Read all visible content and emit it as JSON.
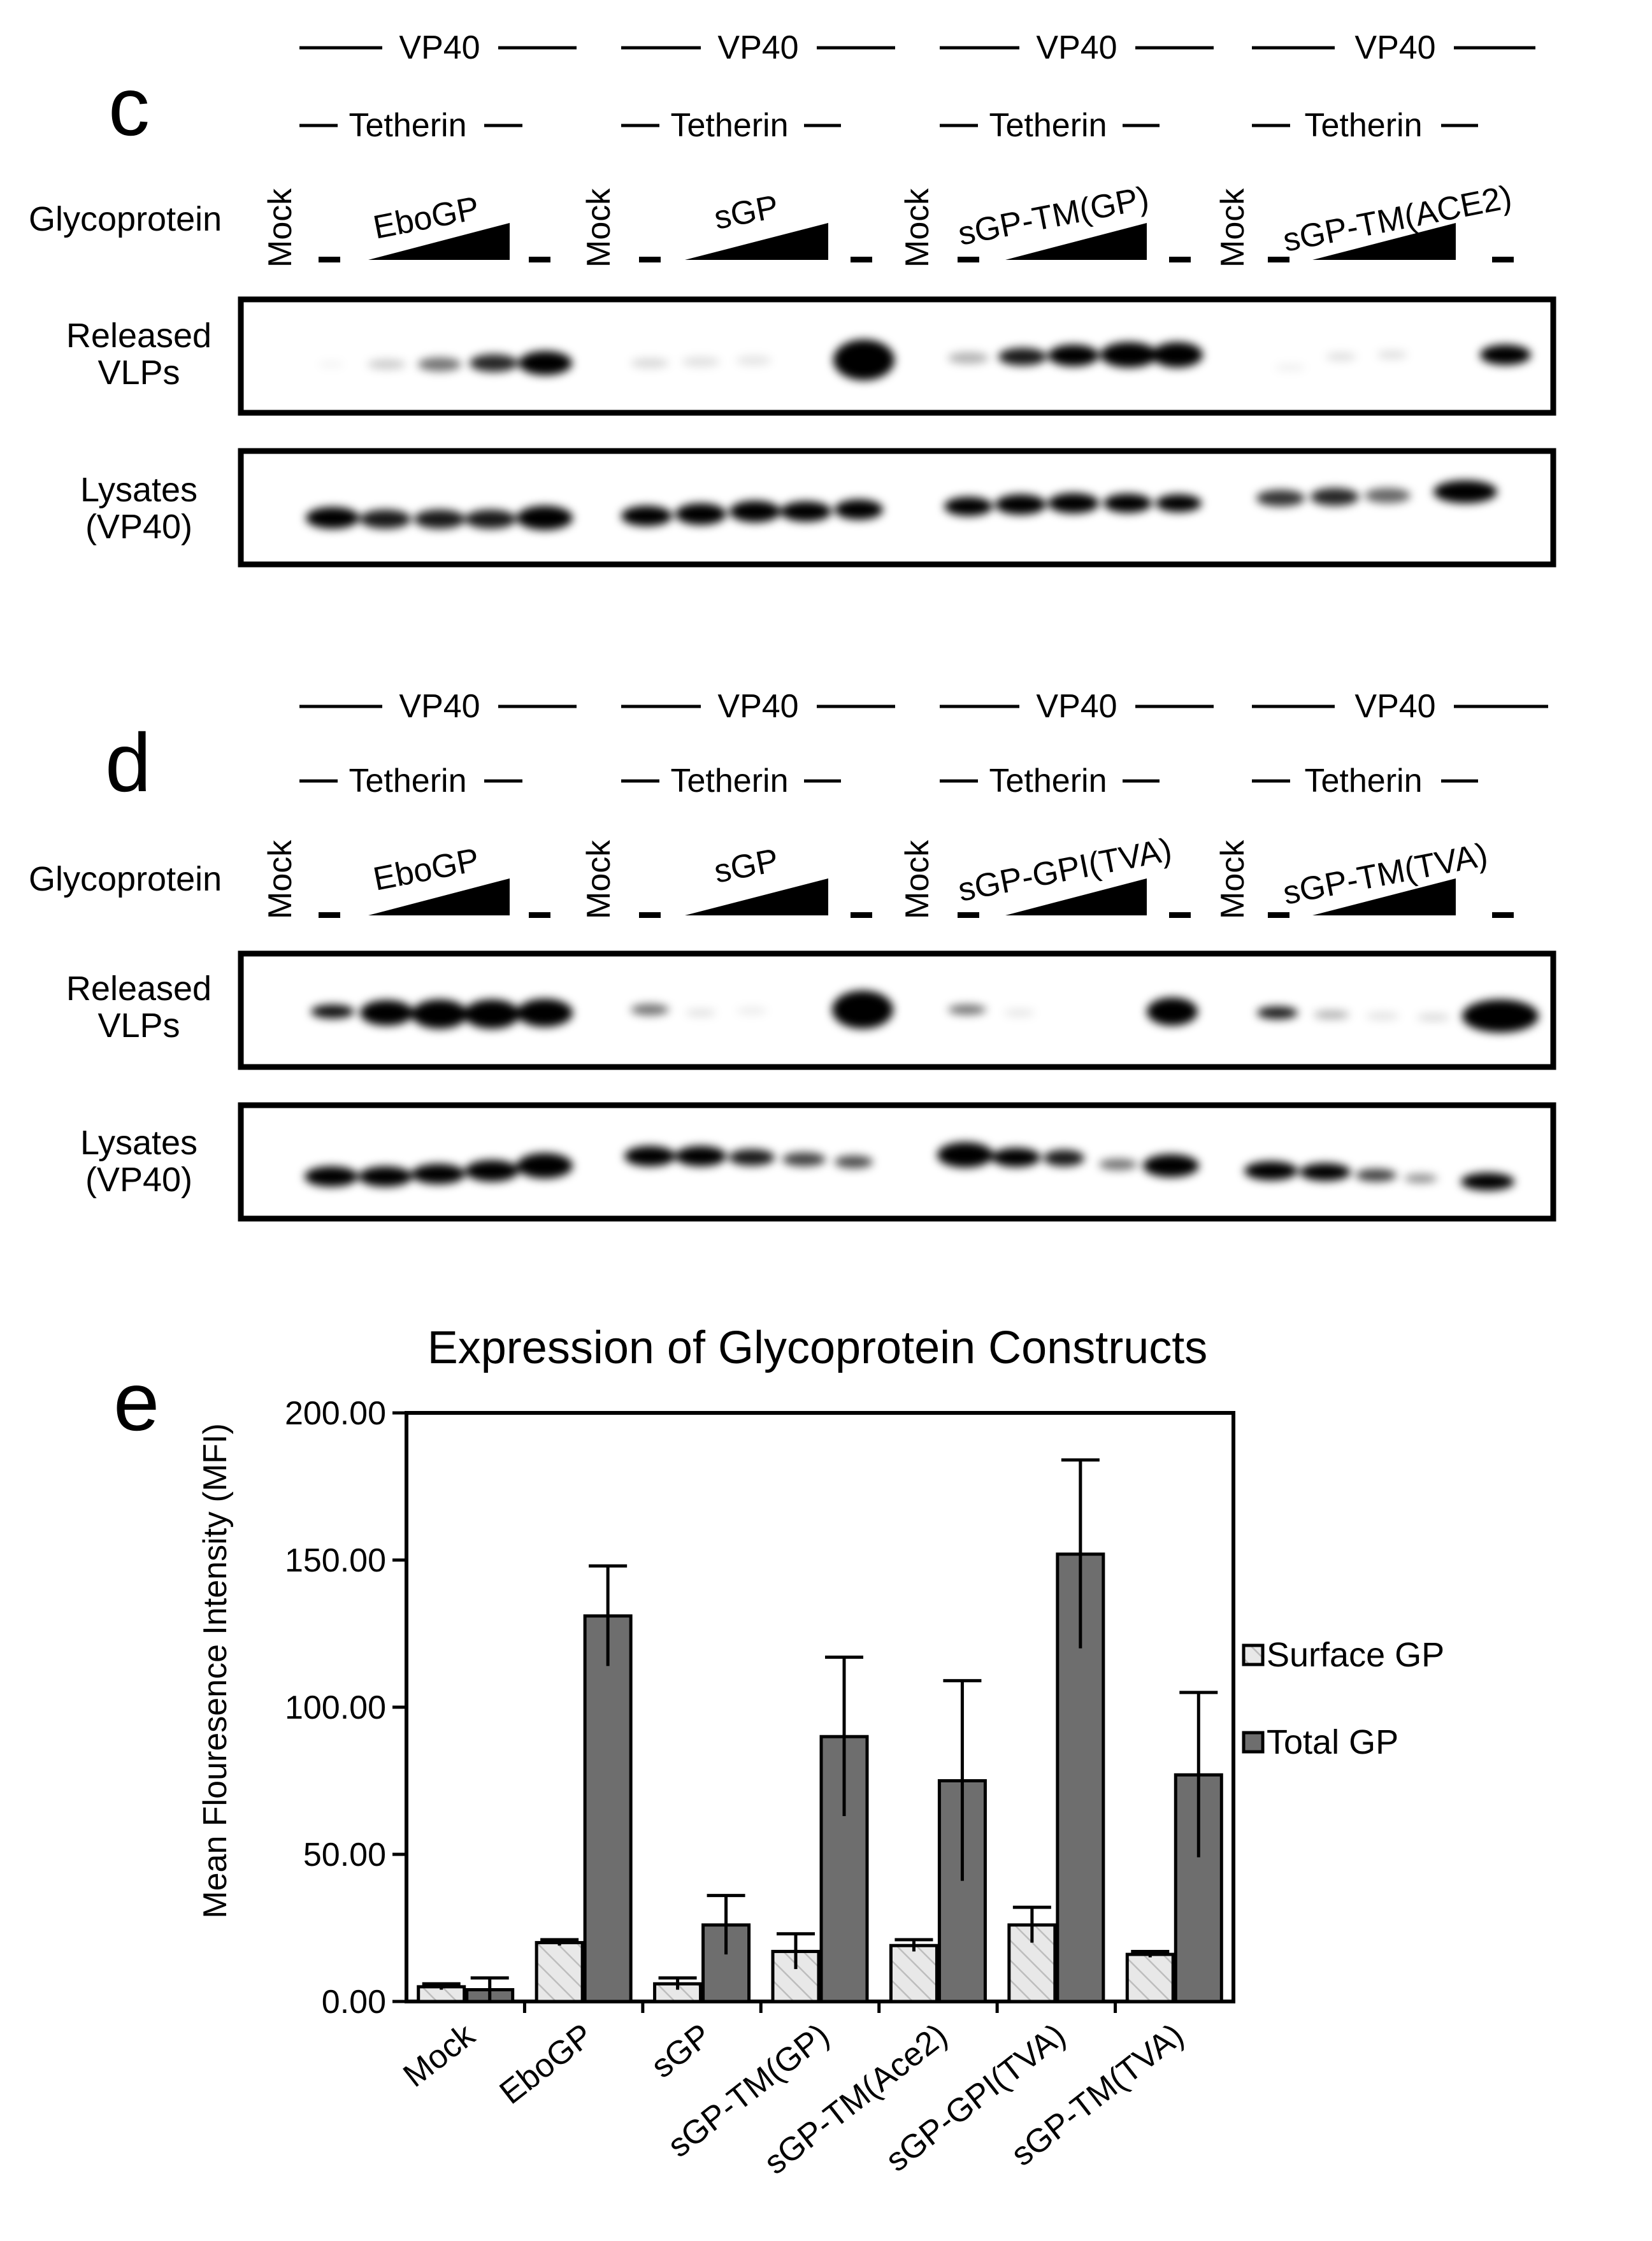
{
  "panels": [
    {
      "letter": "c",
      "groups": [
        {
          "vp40": "VP40",
          "tetherin": "Tetherin",
          "glyco": "EboGP"
        },
        {
          "vp40": "VP40",
          "tetherin": "Tetherin",
          "glyco": "sGP"
        },
        {
          "vp40": "VP40",
          "tetherin": "Tetherin",
          "glyco": "sGP-TM(GP)"
        },
        {
          "vp40": "VP40",
          "tetherin": "Tetherin",
          "glyco": "sGP-TM(ACE2)"
        }
      ],
      "row_labels": {
        "glycoprotein": "Glycoprotein",
        "mock": "Mock",
        "released": [
          "Released",
          "VLPs"
        ],
        "lysates": [
          "Lysates",
          "(VP40)"
        ]
      }
    },
    {
      "letter": "d",
      "groups": [
        {
          "vp40": "VP40",
          "tetherin": "Tetherin",
          "glyco": "EboGP"
        },
        {
          "vp40": "VP40",
          "tetherin": "Tetherin",
          "glyco": "sGP"
        },
        {
          "vp40": "VP40",
          "tetherin": "Tetherin",
          "glyco": "sGP-GPI(TVA)"
        },
        {
          "vp40": "VP40",
          "tetherin": "Tetherin",
          "glyco": "sGP-TM(TVA)"
        }
      ],
      "row_labels": {
        "glycoprotein": "Glycoprotein",
        "mock": "Mock",
        "released": [
          "Released",
          "VLPs"
        ],
        "lysates": [
          "Lysates",
          "(VP40)"
        ]
      }
    }
  ],
  "chart_panel_letter": "e",
  "chart_data": {
    "type": "bar",
    "title": "Expression of Glycoprotein Constructs",
    "xlabel": "",
    "ylabel": "Mean Flouresence Intensity (MFI)",
    "ylim": [
      0,
      200
    ],
    "yticks": [
      "0.00",
      "50.00",
      "100.00",
      "150.00",
      "200.00"
    ],
    "categories": [
      "Mock",
      "EboGP",
      "sGP",
      "sGP-TM(GP)",
      "sGP-TM(Ace2)",
      "sGP-GPI(TVA)",
      "sGP-TM(TVA)"
    ],
    "series": [
      {
        "name": "Surface GP",
        "values": [
          5,
          20,
          6,
          17,
          19,
          26,
          16
        ],
        "errors": [
          1,
          1,
          2,
          6,
          2,
          6,
          1
        ],
        "color": "#e8e8e8",
        "pattern": "hatched"
      },
      {
        "name": "Total GP",
        "values": [
          4,
          131,
          26,
          90,
          75,
          152,
          77
        ],
        "errors": [
          4,
          17,
          10,
          27,
          34,
          32,
          28
        ],
        "color": "#6e6e6e",
        "pattern": "solid"
      }
    ],
    "legend_position": "right",
    "grid": false
  }
}
